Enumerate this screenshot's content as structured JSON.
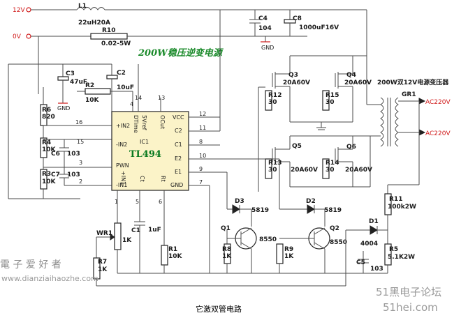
{
  "title": "200W稳压逆变电源",
  "caption": "它激双管电路",
  "rails": {
    "v12": "12V",
    "v0": "0V",
    "ac1": "AC220V",
    "ac2": "AC220V"
  },
  "ic": {
    "name": "TL494",
    "ref": "IC1"
  },
  "ic_pins_left": [
    "+IN2",
    "-IN2",
    "PWN",
    "-IN1"
  ],
  "ic_pins_right": [
    "VCC",
    "C2",
    "C1",
    "E2",
    "E1",
    "GND"
  ],
  "ic_pins_top": [
    "DTime",
    "5Vref",
    "OCut"
  ],
  "ic_pins_bottom": [
    "+IN1",
    "Ct",
    "Rt"
  ],
  "pin_numbers": {
    "p16": "16",
    "p15": "15",
    "p3": "3",
    "p2": "2",
    "p4": "4",
    "p14": "14",
    "p13": "13",
    "p12": "12",
    "p11": "11",
    "p8": "8",
    "p10": "10",
    "p9": "9",
    "p7": "7",
    "p1": "1",
    "p5": "5",
    "p6": "6"
  },
  "components": {
    "l1": "L1",
    "l1_val": "22uH20A",
    "r10": "R10",
    "r10_val": "0.02-5W",
    "c4": "C4",
    "c4_val": "104",
    "c8": "C8",
    "c8_val": "1000uF16V",
    "gnd": "GND",
    "c3": "C3",
    "c3_val": "47uF",
    "c2": "C2",
    "c2_val": "10uF",
    "r2": "R2",
    "r2_val": "10K",
    "r6": "R6",
    "r6_val": "820",
    "r4": "R4",
    "r4_val": "10K",
    "r3": "R3",
    "r3_val": "10K",
    "c6": "C6",
    "c6_val": "103",
    "c7": "C7",
    "c7_val": "103",
    "q3": "Q3",
    "q3_val": "20A60V",
    "q4": "Q4",
    "q4_val": "20A60V",
    "q5": "Q5",
    "q5_val": "20A60V",
    "q6": "Q6",
    "q6_val": "20A60V",
    "r12": "R12",
    "r12_val": "30",
    "r15": "R15",
    "r15_val": "30",
    "r13": "R13",
    "r13_val": "30",
    "r14": "R14",
    "r14_val": "30",
    "transformer": "200W双12V电源变压器",
    "gr1": "GR1",
    "d3": "D3",
    "d3_val": "5819",
    "d2": "D2",
    "d2_val": "5819",
    "q1": "Q1",
    "q1_val": "8550",
    "q2": "Q2",
    "q2_val": "8550",
    "r8": "R8",
    "r8_val": "1K",
    "r9": "R9",
    "r9_val": "1K",
    "r11": "R11",
    "r11_val": "100k2W",
    "d1": "D1",
    "d1_val": "4004",
    "r5": "R5",
    "r5_val": "5.1K2W",
    "c5": "C5",
    "c5_val": "103",
    "wr1": "WR1",
    "wr1_val": "1K",
    "r7": "R7",
    "r7_val": "1K",
    "c1": "C1",
    "c1_val": "1uF",
    "r1": "R1",
    "r1_val": "10K"
  },
  "watermarks": {
    "cn": "電 子 爱 好 者",
    "url": "www.dianziaihaozhe.com",
    "forum": "51黑电子论坛",
    "site": "51hei.com"
  }
}
